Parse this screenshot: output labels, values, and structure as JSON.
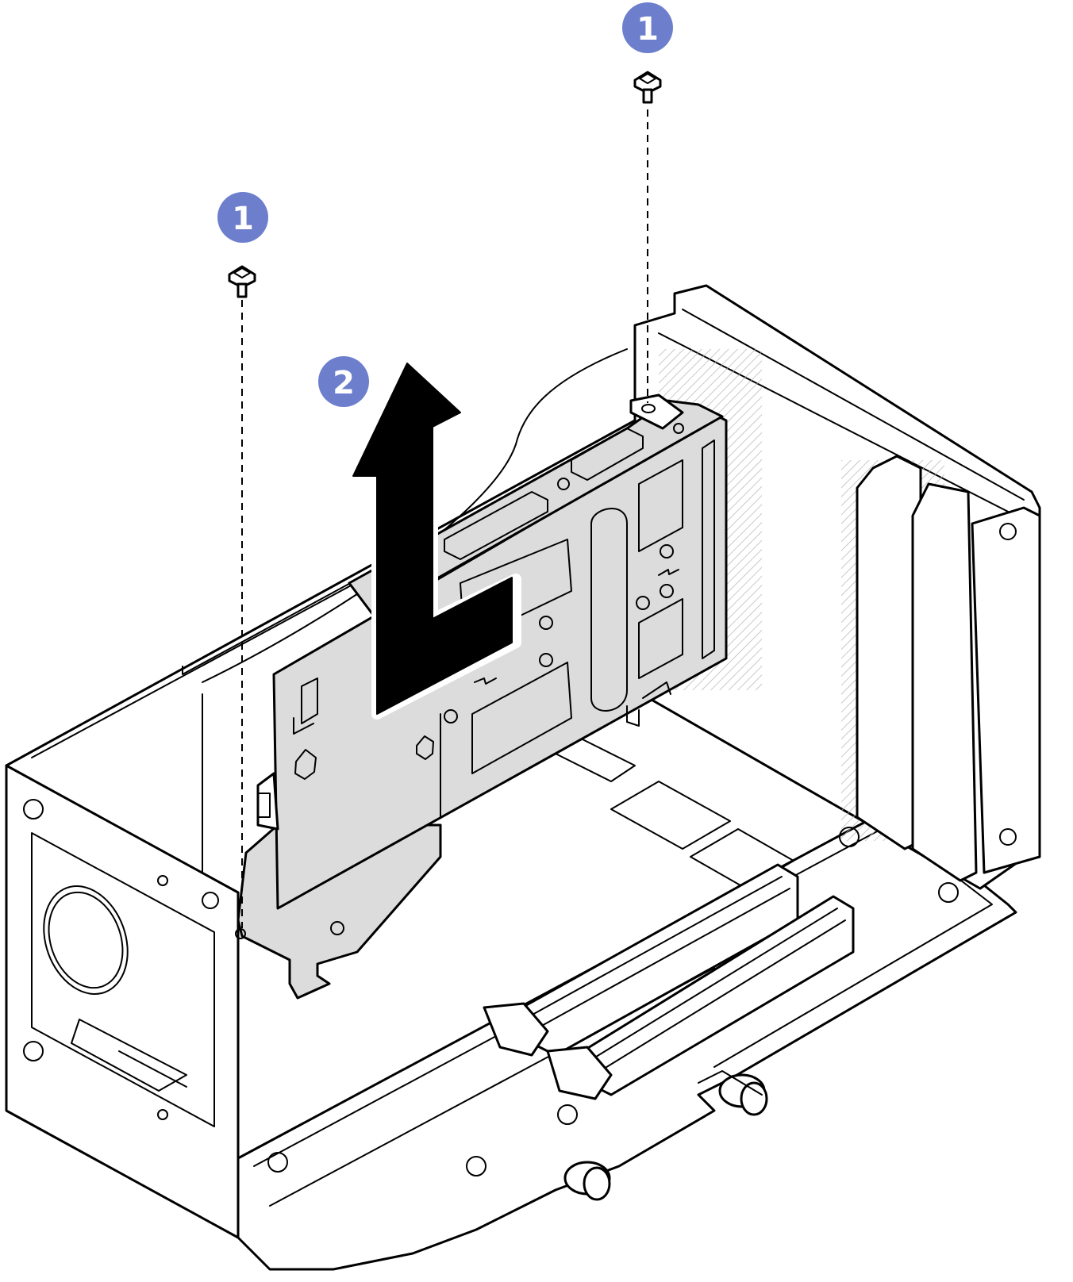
{
  "colors": {
    "callout": "#6d7fcc",
    "part_fill": "#dcdcdc",
    "arrow": "#000000",
    "stroke": "#000000"
  },
  "callouts": [
    {
      "label": "1",
      "meaning": "screw"
    },
    {
      "label": "1",
      "meaning": "screw"
    },
    {
      "label": "2",
      "meaning": "lift-arrow"
    }
  ],
  "icons": [
    "screw-icon",
    "lift-arrow-icon"
  ]
}
